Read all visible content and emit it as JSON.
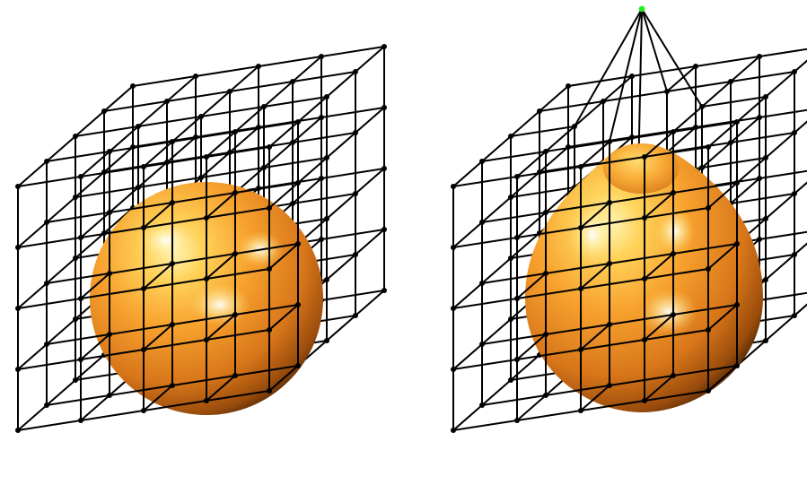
{
  "colors": {
    "background": "#ffffff",
    "lattice": "#000000",
    "control_point": "#000000",
    "moved_control_point": "#22ee22",
    "surface_highlight": "#fff6b8",
    "surface_mid": "#f7a12e",
    "surface_shadow": "#3d1e04"
  },
  "lattice": {
    "divisions_per_axis": 4,
    "nodes_per_axis": 5
  },
  "panels": [
    {
      "name": "undeformed",
      "shape": "sphere",
      "control_point_displaced": false
    },
    {
      "name": "deformed",
      "shape": "pulled-up drop",
      "control_point_displaced": true
    }
  ]
}
